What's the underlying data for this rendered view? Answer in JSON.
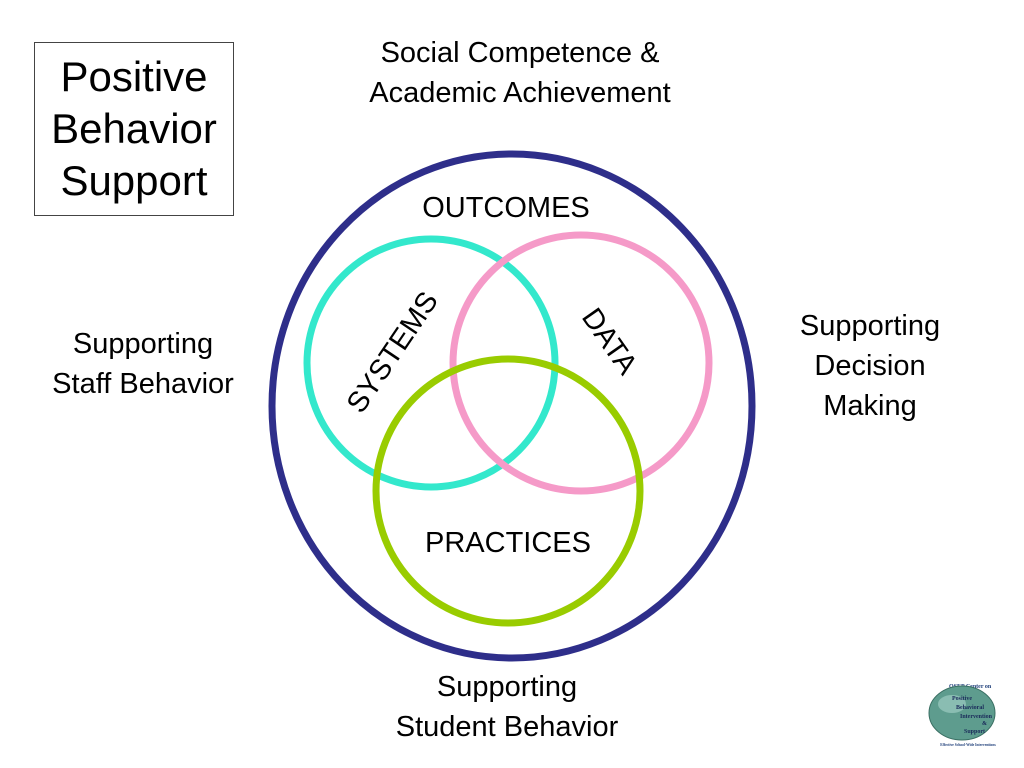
{
  "title": {
    "lines": [
      "Positive",
      "Behavior",
      "Support"
    ]
  },
  "outer_labels": {
    "top": [
      "Social Competence &",
      "Academic Achievement"
    ],
    "left": [
      "Supporting",
      "Staff Behavior"
    ],
    "right": [
      "Supporting",
      "Decision",
      "Making"
    ],
    "bottom": [
      "Supporting",
      "Student Behavior"
    ]
  },
  "circles": {
    "outer": {
      "label": "OUTCOMES",
      "color": "#2E2E8A"
    },
    "systems": {
      "label": "SYSTEMS",
      "color": "#33E8CC"
    },
    "data": {
      "label": "DATA",
      "color": "#F59AC8"
    },
    "practices": {
      "label": "PRACTICES",
      "color": "#99CC00"
    }
  },
  "logo": {
    "header": "OSEP Center on",
    "lines": [
      "Positive",
      "Behavioral",
      "Intervention",
      "&",
      "Support"
    ],
    "footer": "Effective School-Wide Interventions",
    "color": "#5E9C8E"
  }
}
